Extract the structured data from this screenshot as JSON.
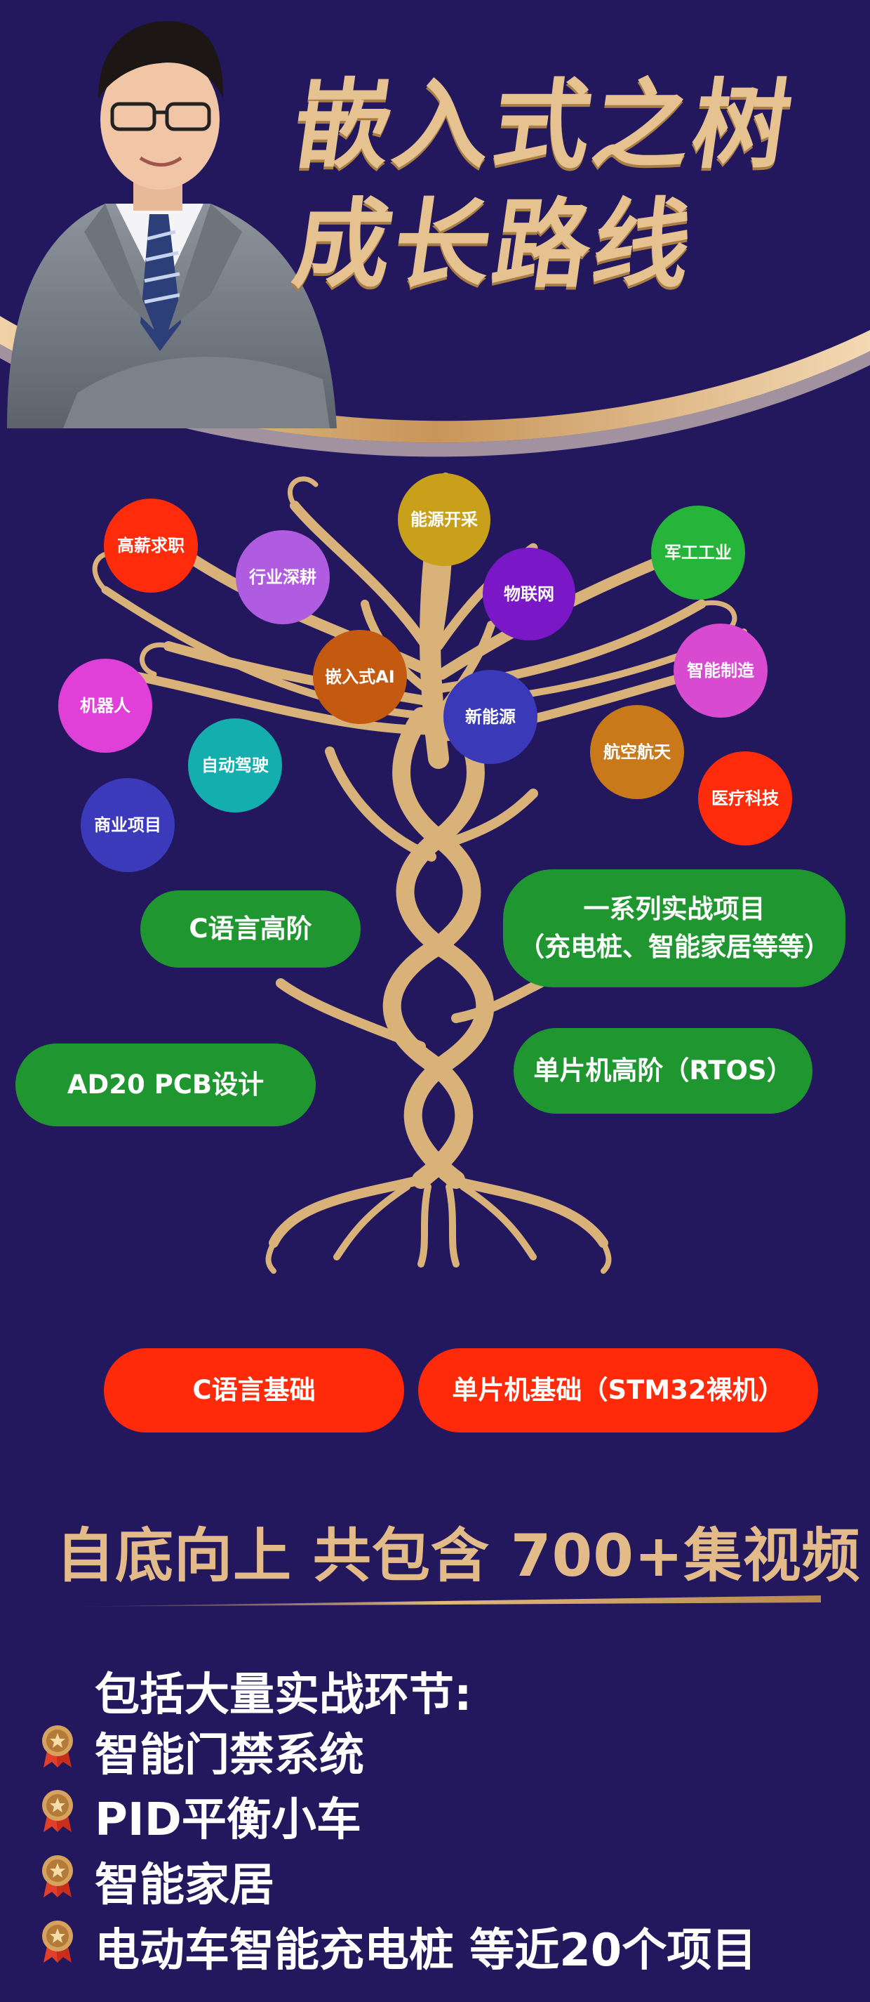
{
  "header": {
    "title_line1": "嵌入式之树",
    "title_line2": "成长路线"
  },
  "tree": {
    "topics": [
      {
        "label": "高薪求职",
        "color": "#ff2c0c"
      },
      {
        "label": "能源开采",
        "color": "#c8a01a"
      },
      {
        "label": "军工工业",
        "color": "#27b43a"
      },
      {
        "label": "行业深耕",
        "color": "#b05ce0"
      },
      {
        "label": "物联网",
        "color": "#7a18c8"
      },
      {
        "label": "智能制造",
        "color": "#d84ad0"
      },
      {
        "label": "嵌入式AI",
        "color": "#c45a10"
      },
      {
        "label": "机器人",
        "color": "#e040d8"
      },
      {
        "label": "新能源",
        "color": "#3a3ab8"
      },
      {
        "label": "自动驾驶",
        "color": "#14aeae"
      },
      {
        "label": "航空航天",
        "color": "#c9781a"
      },
      {
        "label": "商业项目",
        "color": "#3a3aba"
      },
      {
        "label": "医疗科技",
        "color": "#ff2c0c"
      }
    ],
    "milestones": [
      {
        "label": "C语言高阶",
        "color": "#1f9630"
      },
      {
        "label": "一系列实战项目",
        "label2": "（充电桩、智能家居等等）",
        "color": "#1f9630"
      },
      {
        "label": "AD20 PCB设计",
        "color": "#1f9630"
      },
      {
        "label": "单片机高阶（RTOS）",
        "color": "#1f9630"
      }
    ],
    "foundations": [
      {
        "label": "C语言基础",
        "color": "#ff2a0a"
      },
      {
        "label": "单片机基础（STM32裸机）",
        "color": "#ff2a0a"
      }
    ]
  },
  "summary": {
    "headline": "自底向上 共包含 700+集视频"
  },
  "projects": {
    "heading": "包括大量实战环节:",
    "items": [
      "智能门禁系统",
      "PID平衡小车",
      "智能家居",
      "电动车智能充电桩 等近20个项目"
    ]
  },
  "colors": {
    "background": "#23175e",
    "gold": "#d9b27a",
    "title_gold": "#e5c28f"
  },
  "icons": {
    "presenter": "presenter-portrait",
    "list_marker": "medal-icon"
  }
}
